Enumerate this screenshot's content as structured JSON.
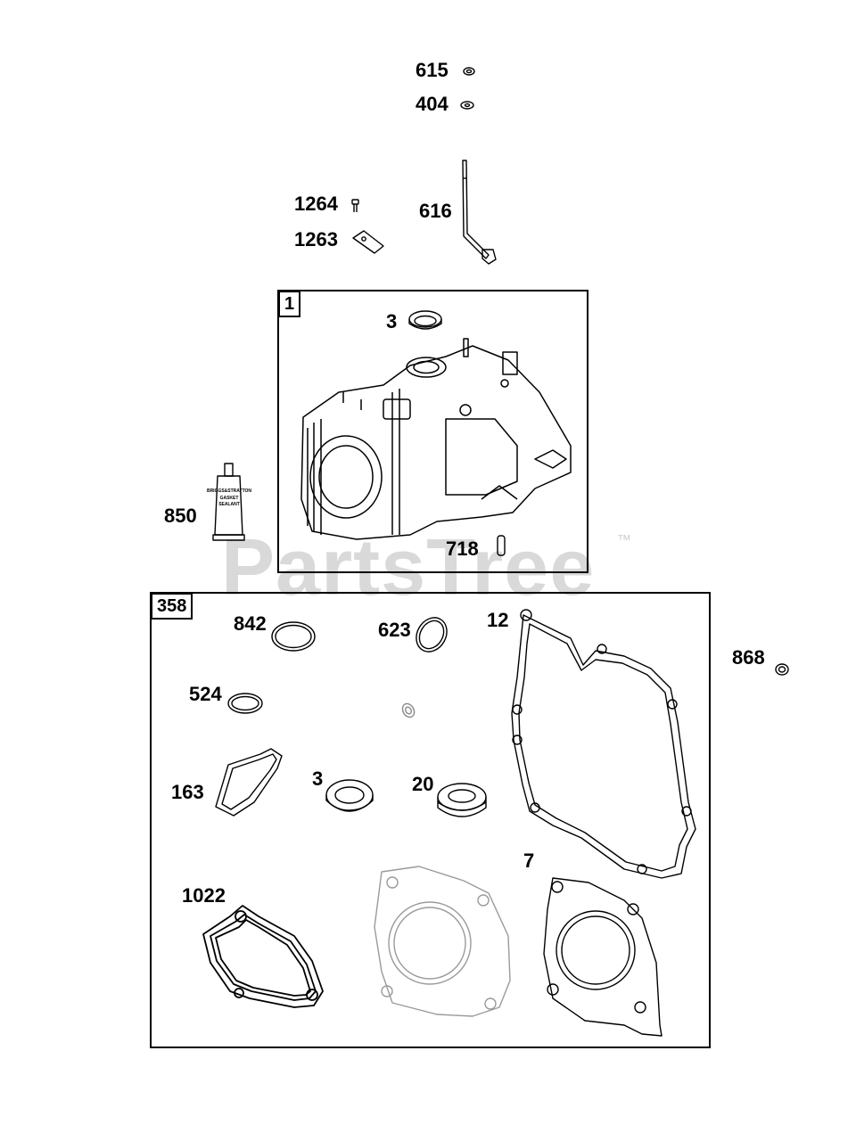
{
  "watermark": {
    "text": "PartsTree",
    "tm": "™"
  },
  "groups": [
    {
      "id": "1",
      "label": "1"
    },
    {
      "id": "358",
      "label": "358"
    }
  ],
  "callouts": [
    {
      "id": "615",
      "label": "615"
    },
    {
      "id": "404",
      "label": "404"
    },
    {
      "id": "1264",
      "label": "1264"
    },
    {
      "id": "1263",
      "label": "1263"
    },
    {
      "id": "616",
      "label": "616"
    },
    {
      "id": "3a",
      "label": "3"
    },
    {
      "id": "850",
      "label": "850"
    },
    {
      "id": "718",
      "label": "718"
    },
    {
      "id": "842",
      "label": "842"
    },
    {
      "id": "623",
      "label": "623"
    },
    {
      "id": "12",
      "label": "12"
    },
    {
      "id": "868",
      "label": "868"
    },
    {
      "id": "524",
      "label": "524"
    },
    {
      "id": "163",
      "label": "163"
    },
    {
      "id": "3b",
      "label": "3"
    },
    {
      "id": "20",
      "label": "20"
    },
    {
      "id": "7",
      "label": "7"
    },
    {
      "id": "1022",
      "label": "1022"
    }
  ],
  "tube_text": {
    "line1": "BRIGGS&STRATTON",
    "line2": "GASKET",
    "line3": "SEALANT"
  }
}
